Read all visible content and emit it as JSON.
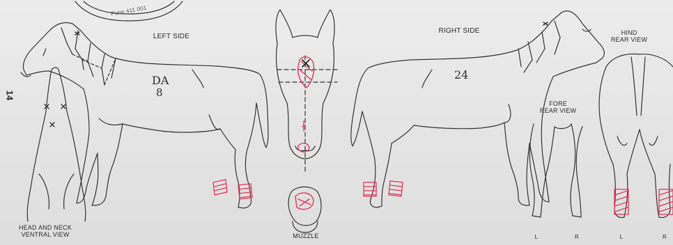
{
  "page_number": "14",
  "stamp_text": "Pune 411 001",
  "labels": {
    "left_side": "LEFT SIDE",
    "right_side": "RIGHT SIDE",
    "head_neck_line1": "HEAD AND NECK",
    "head_neck_line2": "VENTRAL VIEW",
    "muzzle": "MUZZLE",
    "fore_line1": "FORE",
    "fore_line2": "REAR VIEW",
    "hind_line1": "HIND",
    "hind_line2": "REAR VIEW",
    "fore_l": "L",
    "fore_r": "R",
    "hind_l": "L",
    "hind_r": "R"
  },
  "handwriting": {
    "left_mark_line1": "DA",
    "left_mark_line2": "8",
    "right_mark": "24"
  },
  "colors": {
    "paper": "#e4e4e4",
    "ink": "#2a2a2a",
    "marking_red": "#e0375a"
  }
}
